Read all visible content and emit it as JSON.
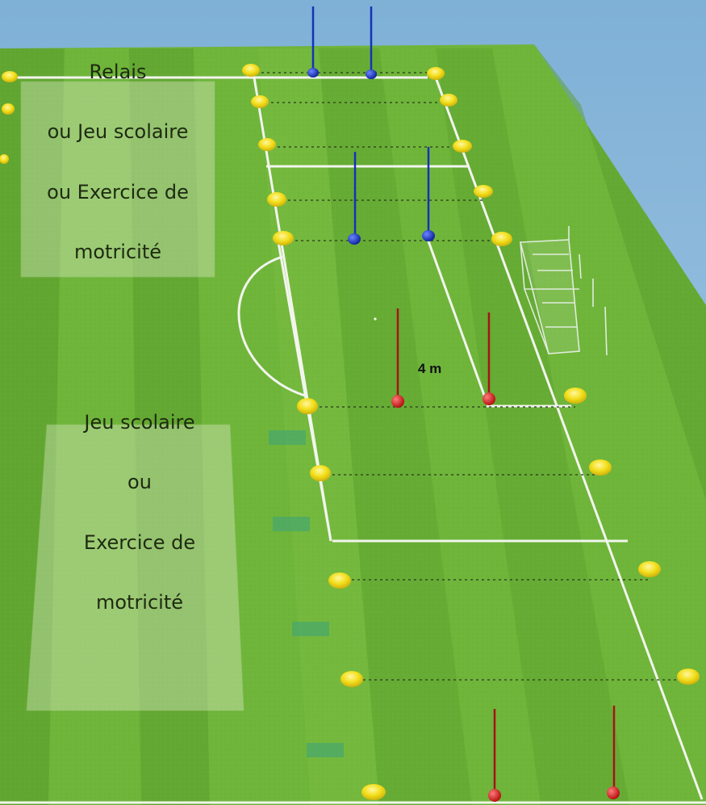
{
  "zones": {
    "upper": {
      "lines": [
        "Relais",
        "ou Jeu scolaire",
        "ou Exercice de",
        "motricité"
      ]
    },
    "lower": {
      "lines": [
        "Jeu scolaire",
        "ou",
        "Exercice de",
        "motricité"
      ]
    }
  },
  "distance_label": "4 m",
  "colors": {
    "sky": "#8fb9d8",
    "grass_light": "#7cc041",
    "grass_dark": "#5fa430",
    "line_white": "#f2f5ee",
    "cone_yellow": "#f2df1a",
    "pole_blue": "#1433b8",
    "pole_red": "#d11414",
    "zone_overlay": "#e6f0d2",
    "marker_teal": "#3aa37c"
  },
  "icons": {
    "cone": "cone-icon",
    "blue_pole": "blue-pole-icon",
    "red_pole": "red-pole-icon",
    "goal": "goal-icon"
  }
}
